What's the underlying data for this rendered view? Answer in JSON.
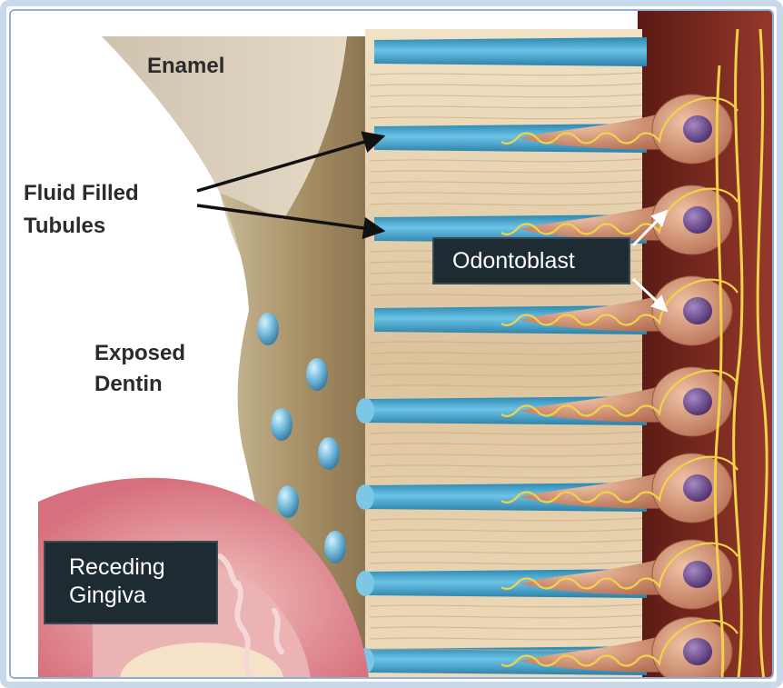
{
  "labels": {
    "enamel": "Enamel",
    "fluid_filled_line1": "Fluid Filled",
    "fluid_filled_line2": "Tubules",
    "exposed_line1": "Exposed",
    "exposed_line2": "Dentin",
    "odontoblast": "Odontoblast",
    "receding_line1": "Receding",
    "receding_line2": "Gingiva"
  },
  "colors": {
    "frame": "#c9d9ec",
    "tubule": "#3fa0c8",
    "dentin": "#e9d7b8",
    "enamel": "#d8cdb8",
    "exposed_dentin": "#a08a63",
    "gingiva": "#d97b86",
    "pulp": "#8a2a22",
    "nerve": "#f1d24a",
    "odontoblast_cell": "#d69a7a",
    "nucleus": "#6c4a8c",
    "label_box": "#1f2b33"
  }
}
